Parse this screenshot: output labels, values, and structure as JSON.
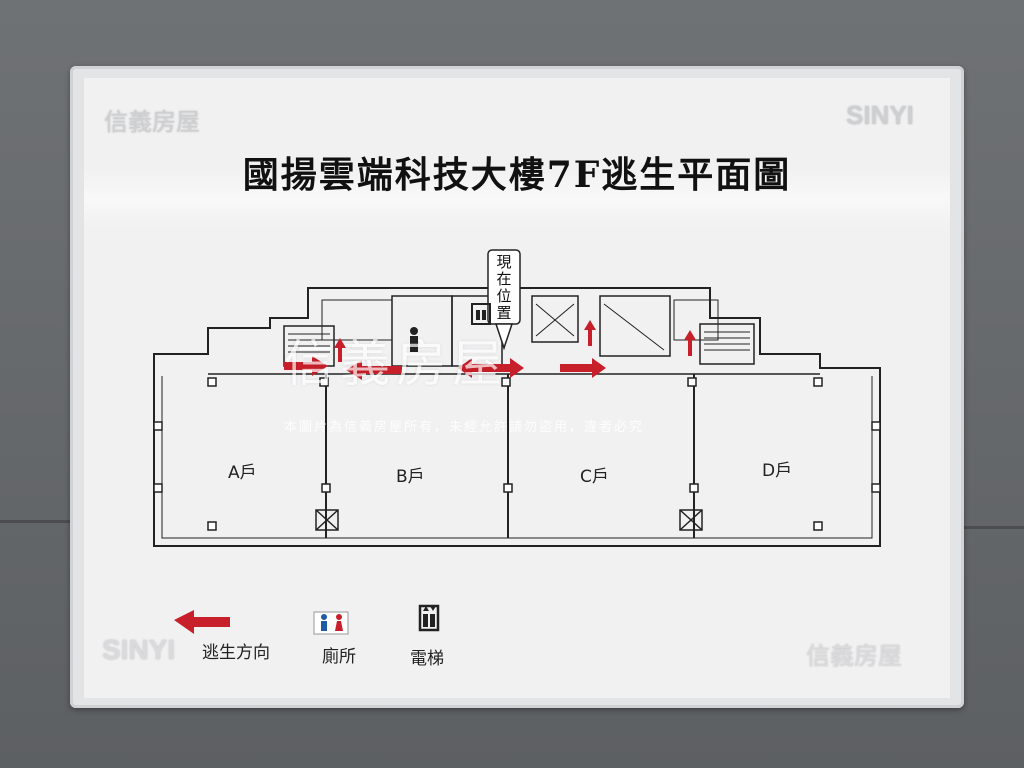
{
  "title": "國揚雲端科技大樓7F逃生平面圖",
  "watermarks": {
    "top_left": "信義房屋",
    "top_right": "SINYI",
    "bottom_left": "SINYI",
    "bottom_right": "信義房屋",
    "center": "信義房屋",
    "copyright": "本圖片為信義房屋所有，未經允許請勿盜用，違者必究"
  },
  "current_location": "現在位置",
  "units": {
    "a": "A戶",
    "b": "B戶",
    "c": "C戶",
    "d": "D戶"
  },
  "legend": {
    "escape_direction": "逃生方向",
    "restroom": "廁所",
    "elevator": "電梯"
  },
  "colors": {
    "escape_arrow": "#c8202a",
    "wall": "#222222",
    "restroom_male": "#1e5aa8",
    "restroom_female": "#c8202a"
  },
  "icons": {
    "escape": "escape-arrow-icon",
    "restroom": "restroom-icon",
    "elevator": "elevator-icon"
  }
}
